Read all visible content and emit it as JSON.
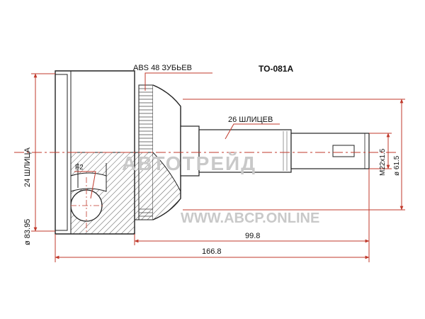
{
  "part_number": "TO-081A",
  "labels": {
    "abs": "ABS 48 ЗУБЬЕВ",
    "shaft_splines": "26 ШЛИЦЕВ",
    "outer_splines": "24 ШЛИЦА",
    "outer_diameter": "ø 83.95",
    "thread": "M22x1.5",
    "stem_diameter": "ø 61.5",
    "f2": "F2",
    "length_stem": "99.8",
    "length_total": "166.8"
  },
  "watermarks": {
    "brand": "АВТОТРЕЙД",
    "site": "WWW.ABCP.ONLINE"
  }
}
